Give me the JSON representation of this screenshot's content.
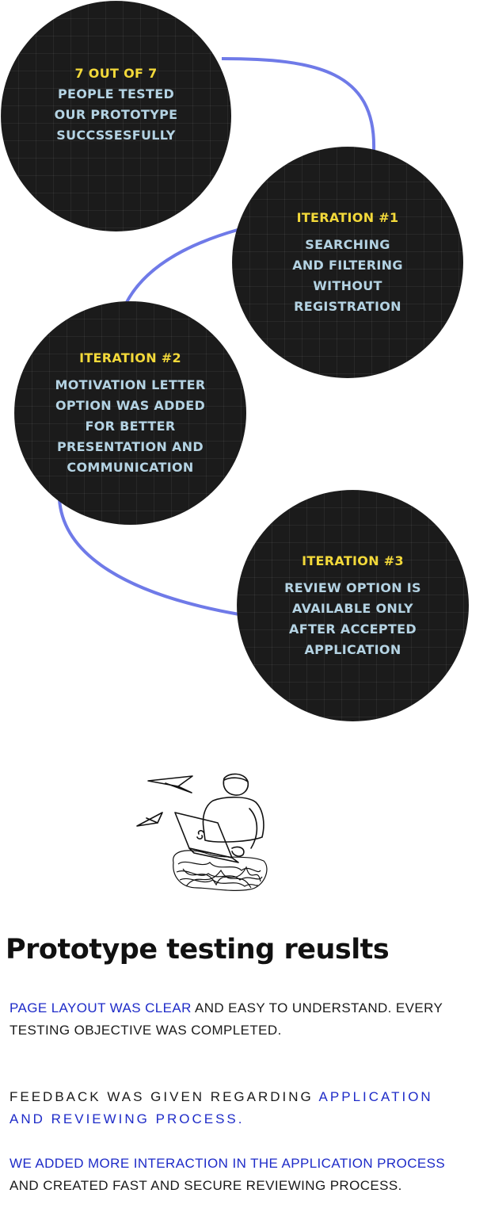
{
  "circles": [
    {
      "headline": "7 OUT OF 7",
      "body": "PEOPLE  TESTED\nOUR PROTOTYPE\nSUCCSSESFULLY"
    },
    {
      "headline": "ITERATION #1",
      "body": "SEARCHING\nAND FILTERING\nWITHOUT\nREGISTRATION"
    },
    {
      "headline": "ITERATION #2",
      "body": "MOTIVATION LETTER\nOPTION WAS ADDED\nFOR BETTER\nPRESENTATION AND\nCOMMUNICATION"
    },
    {
      "headline": "ITERATION #3",
      "body": "REVIEW OPTION IS\nAVAILABLE ONLY\nAFTER ACCEPTED\nAPPLICATION"
    }
  ],
  "illustration": {
    "icon": "person-with-laptop-and-paper-planes-icon"
  },
  "results": {
    "title": "Prototype testing reuslts",
    "p1": {
      "highlight": "PAGE LAYOUT WAS CLEAR",
      "rest": " AND EASY TO UNDERSTAND. EVERY TESTING OBJECTIVE WAS COMPLETED."
    },
    "p2": {
      "plain": "FEEDBACK WAS GIVEN REGARDING ",
      "highlight": "APPLICATION AND REVIEWING PROCESS."
    },
    "p3": {
      "highlight": "WE ADDED MORE INTERACTION IN THE APPLICATION PROCESS",
      "rest": " AND CREATED FAST AND SECURE REVIEWING PROCESS."
    }
  },
  "colors": {
    "circle_bg": "#1b1b1b",
    "headline": "#f3d93a",
    "circle_text": "#b4d3e3",
    "connector": "#6f7ae8",
    "highlight_text": "#1e2bc8"
  }
}
